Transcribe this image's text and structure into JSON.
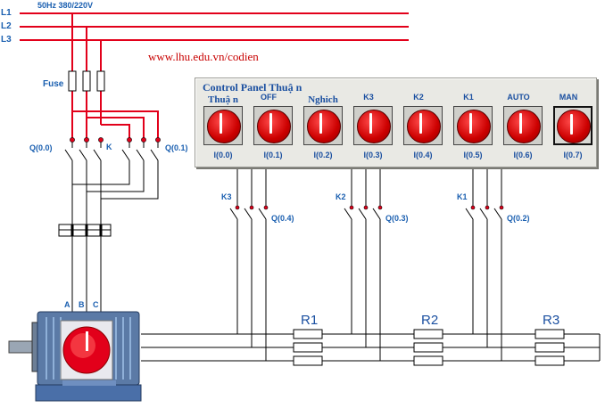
{
  "supply": {
    "label": "50Hz 380/220V",
    "lines": [
      "L1",
      "L2",
      "L3"
    ]
  },
  "url": "www.lhu.edu.vn/codien",
  "fuse_label": "Fuse",
  "main_contactor": {
    "left_label": "Q(0.0)",
    "right_label": "Q(0.1)",
    "k_label": "K"
  },
  "motor": {
    "terminals": [
      "A",
      "B",
      "C"
    ]
  },
  "control_panel": {
    "title": "Control Panel Thuậ n",
    "buttons": [
      {
        "label": "Thuậ n",
        "io": "I(0.0)",
        "active": false
      },
      {
        "label": "OFF",
        "io": "I(0.1)",
        "active": false
      },
      {
        "label": "Nghich",
        "io": "I(0.2)",
        "active": false
      },
      {
        "label": "K3",
        "io": "I(0.3)",
        "active": false
      },
      {
        "label": "K2",
        "io": "I(0.4)",
        "active": false
      },
      {
        "label": "K1",
        "io": "I(0.5)",
        "active": false
      },
      {
        "label": "AUTO",
        "io": "I(0.6)",
        "active": false
      },
      {
        "label": "MAN",
        "io": "I(0.7)",
        "active": true
      }
    ]
  },
  "resistor_stages": [
    {
      "contactor": "K3",
      "output": "Q(0.4)",
      "resistor": "R1"
    },
    {
      "contactor": "K2",
      "output": "Q(0.3)",
      "resistor": "R2"
    },
    {
      "contactor": "K1",
      "output": "Q(0.2)",
      "resistor": "R3"
    }
  ],
  "colors": {
    "supply_line": "#e2001a",
    "wire": "#000000",
    "label": "#1a5fb0",
    "button": "#cc0000",
    "url": "#c80000"
  }
}
